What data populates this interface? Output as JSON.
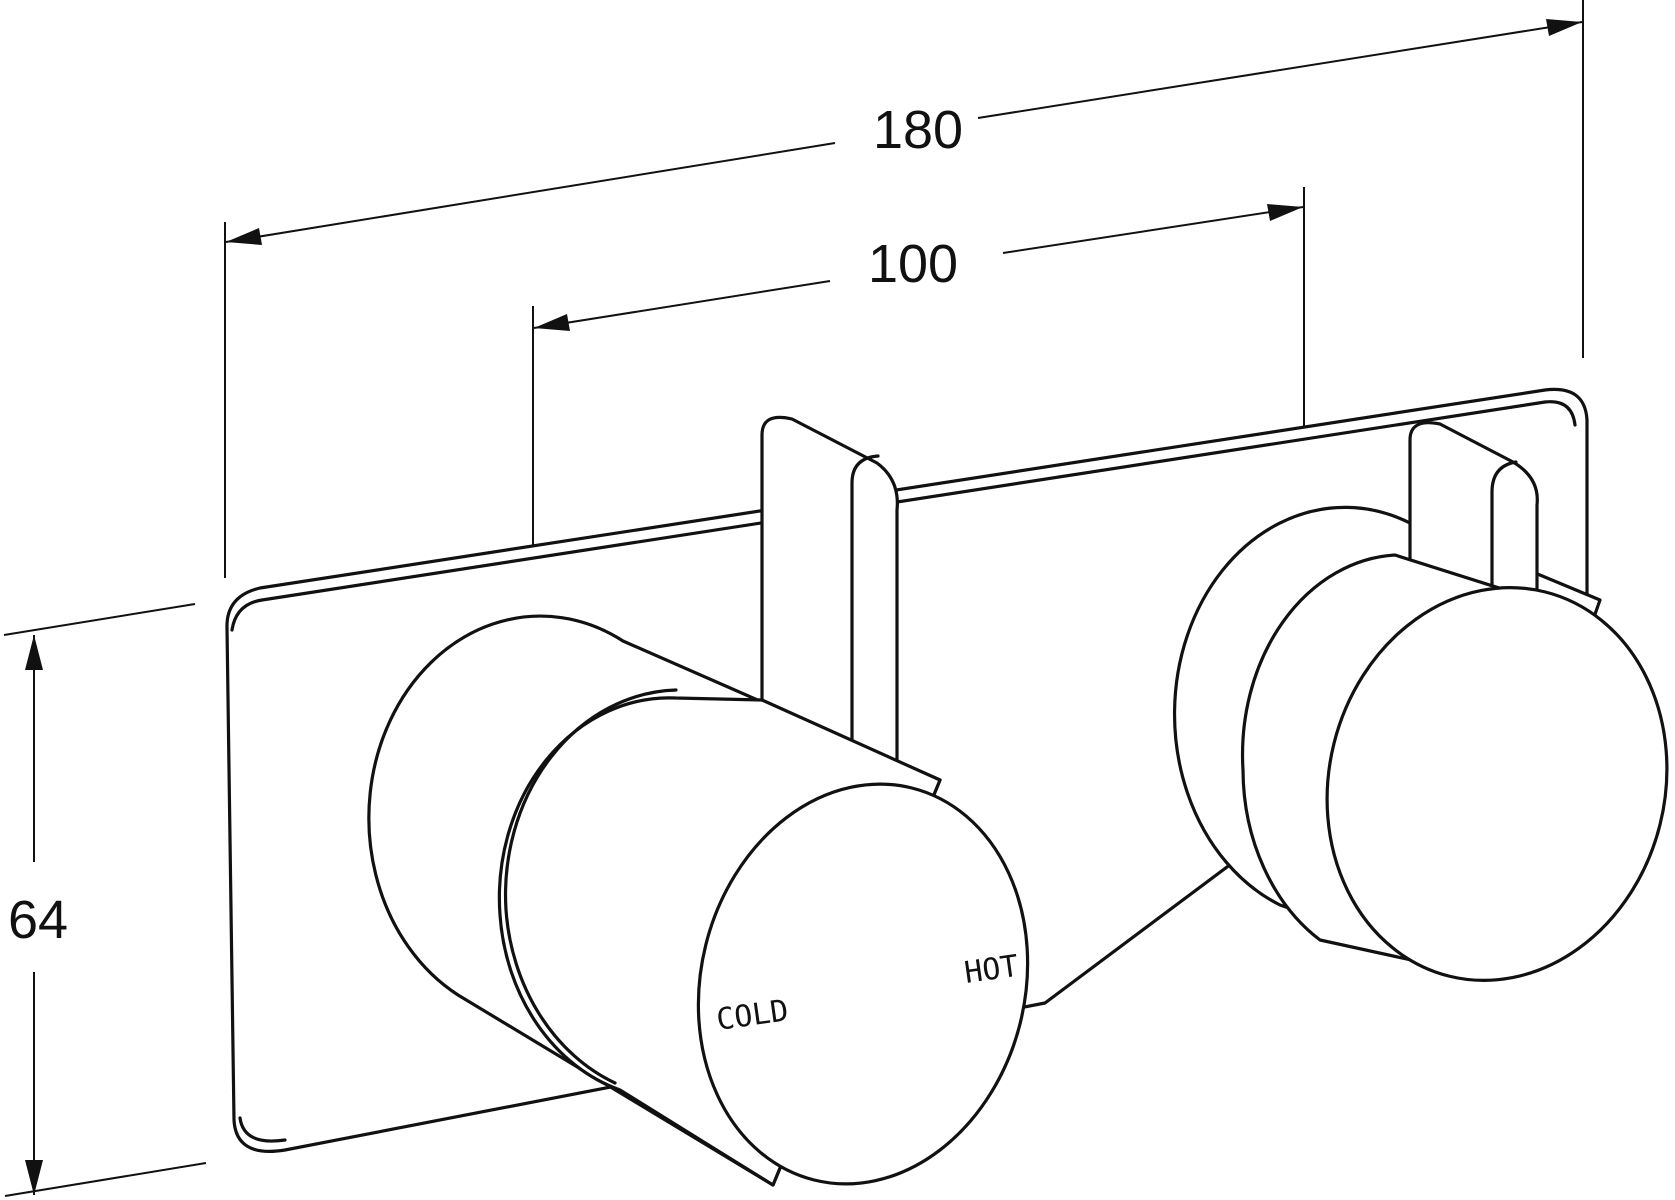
{
  "dimensions": {
    "overall_width": "180",
    "handle_spacing": "100",
    "plate_height": "64"
  },
  "knob_labels": {
    "cold": "COLD",
    "hot": "HOT"
  },
  "colors": {
    "line": "#111111",
    "background": "#ffffff"
  }
}
